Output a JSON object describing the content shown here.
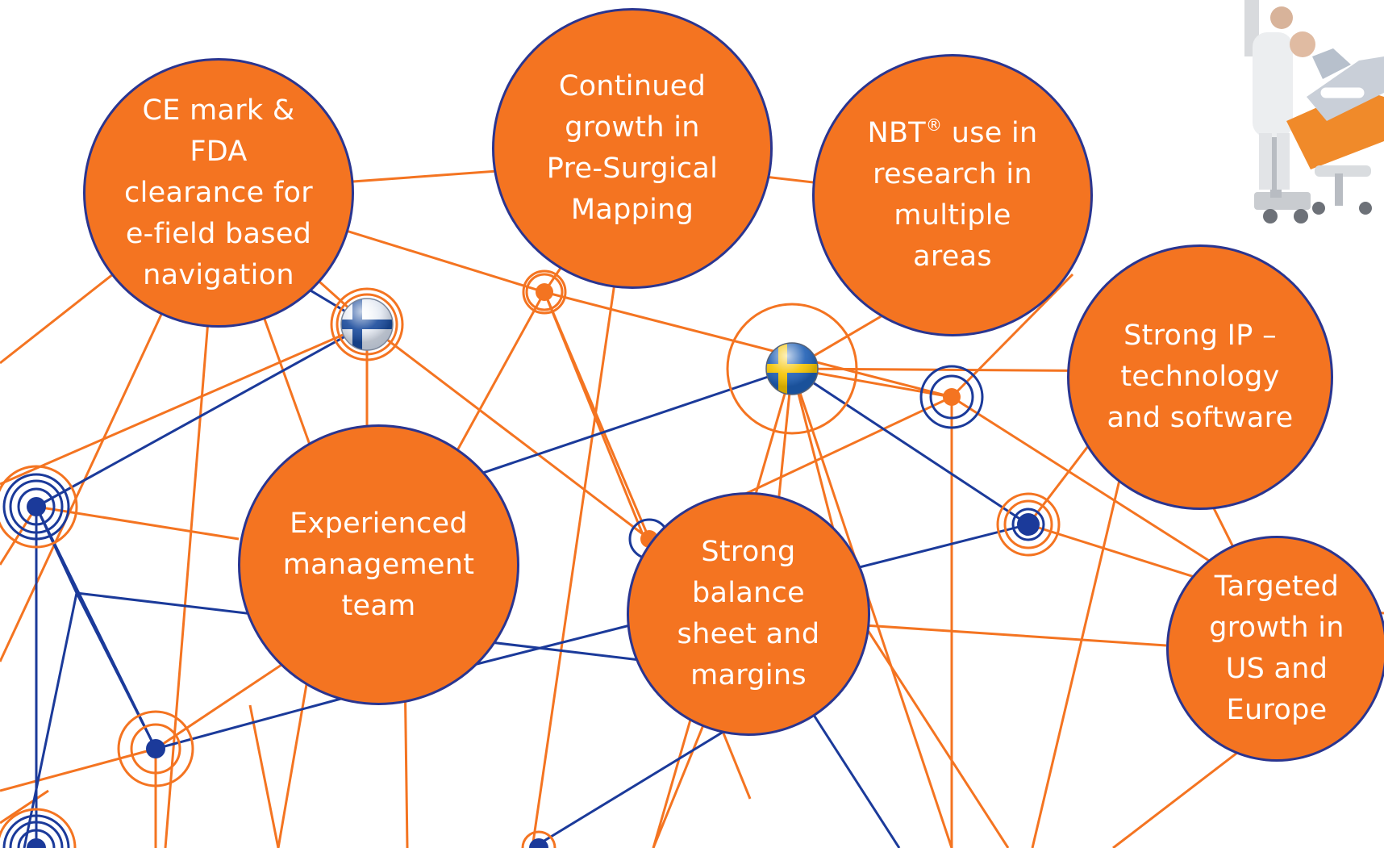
{
  "colors": {
    "orange": "#f47421",
    "navy": "#1b3a9a",
    "bubble_border": "#2a3590",
    "text": "#ffffff"
  },
  "bubbles": [
    {
      "id": "ce-mark",
      "text": "CE mark &\nFDA\nclearance for\ne-field based\nnavigation"
    },
    {
      "id": "growth-mapping",
      "text": "Continued\ngrowth in\nPre-Surgical\nMapping"
    },
    {
      "id": "nbt-research",
      "pre": "NBT",
      "sup": "®",
      "post": " use in\nresearch in\nmultiple\nareas"
    },
    {
      "id": "strong-ip",
      "text": "Strong IP –\ntechnology\nand software"
    },
    {
      "id": "management",
      "text": "Experienced\nmanagement\nteam"
    },
    {
      "id": "balance-sheet",
      "text": "Strong\nbalance\nsheet and\nmargins"
    },
    {
      "id": "targeted-growth",
      "text": "Targeted\ngrowth in\nUS and\nEurope"
    }
  ],
  "flags": [
    {
      "id": "finland",
      "icon": "finland-flag-icon"
    },
    {
      "id": "sweden",
      "icon": "sweden-flag-icon"
    }
  ],
  "photo": {
    "icon": "clinician-patient-photo-icon"
  }
}
